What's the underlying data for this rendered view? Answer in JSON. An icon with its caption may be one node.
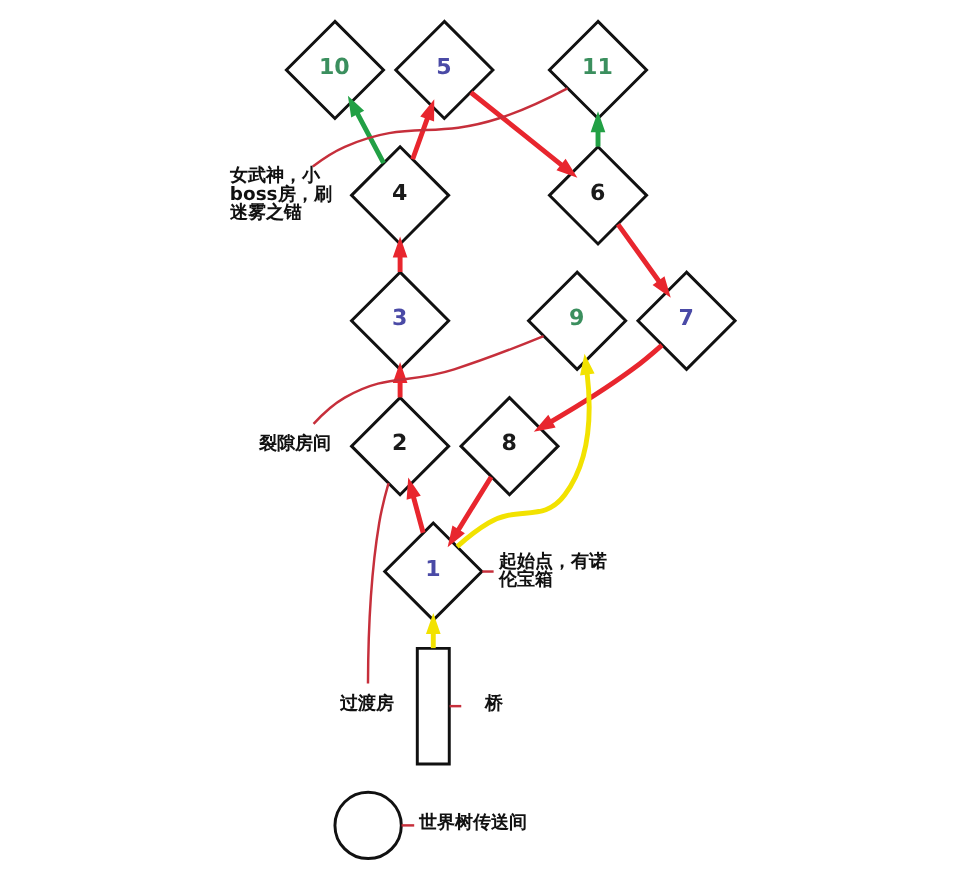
{
  "diagram": {
    "nodes": [
      {
        "text": [
          "10"
        ]
      },
      {
        "text": [
          "5"
        ]
      },
      {
        "text": [
          "11"
        ]
      },
      {
        "text": [
          "4"
        ]
      },
      {
        "text": [
          "6"
        ]
      },
      {
        "text": [
          "3"
        ]
      },
      {
        "text": [
          "9"
        ]
      },
      {
        "text": [
          "7"
        ]
      },
      {
        "text": [
          "2"
        ]
      },
      {
        "text": [
          "8"
        ]
      },
      {
        "text": [
          "1"
        ]
      },
      {
        "text": [],
        "shape": "box"
      },
      {
        "text": [],
        "shape": "circle"
      },
      {
        "text": [
          "女武神，小boss房，刷迷雾之锚"
        ]
      },
      {
        "text": [
          "裂隙房间"
        ]
      },
      {
        "text": [
          "起始点，有诺伦宝箱"
        ]
      },
      {
        "text": [
          "过渡房"
        ]
      },
      {
        "text": [
          "桥"
        ]
      },
      {
        "text": [
          "世界树传送间"
        ]
      }
    ],
    "edges": [
      {
        "from": 10,
        "to": 8,
        "arrow": "to"
      },
      {
        "from": 8,
        "to": 5,
        "arrow": "to"
      },
      {
        "from": 5,
        "to": 3,
        "arrow": "to"
      },
      {
        "from": 3,
        "to": 0,
        "arrow": "to",
        "color": "#22a045"
      },
      {
        "from": 3,
        "to": 1,
        "arrow": "to"
      },
      {
        "from": 1,
        "to": 4,
        "arrow": "to"
      },
      {
        "from": 4,
        "to": 2,
        "arrow": "to",
        "color": "#22a045"
      },
      {
        "from": 4,
        "to": 7,
        "arrow": "to"
      },
      {
        "from": 7,
        "to": 9,
        "arrow": "to"
      },
      {
        "from": 9,
        "to": 10,
        "arrow": "to"
      },
      {
        "from": 10,
        "to": 6,
        "arrow": "to",
        "color": "#f2e200"
      },
      {
        "from": 11,
        "to": 10,
        "arrow": "to",
        "color": "#f2e200"
      },
      {
        "from": 13,
        "to": 2,
        "arrow": "none",
        "color": "#c62f3b"
      },
      {
        "from": 14,
        "to": 6,
        "arrow": "none",
        "color": "#c62f3b"
      },
      {
        "from": 15,
        "to": 10,
        "arrow": "none",
        "color": "#c62f3b"
      },
      {
        "from": 16,
        "to": 8,
        "arrow": "none",
        "color": "#c62f3b"
      },
      {
        "from": 17,
        "to": 11,
        "arrow": "none",
        "color": "#c62f3b"
      },
      {
        "from": 18,
        "to": 12,
        "arrow": "none",
        "color": "#c62f3b"
      }
    ]
  }
}
